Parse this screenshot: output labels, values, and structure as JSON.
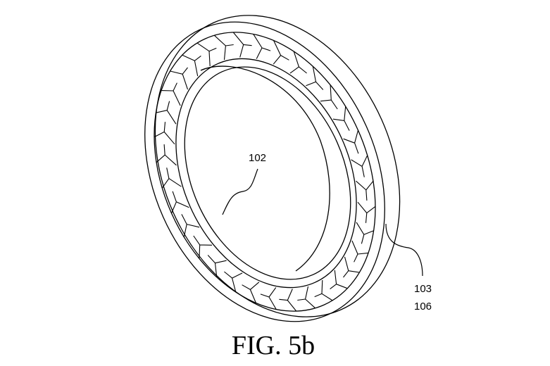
{
  "figure": {
    "caption": "FIG. 5b",
    "labels": {
      "inner_surface": "102",
      "outer_rim_a": "103",
      "outer_rim_b": "106"
    },
    "line_color": "#000000",
    "background": "#ffffff"
  }
}
